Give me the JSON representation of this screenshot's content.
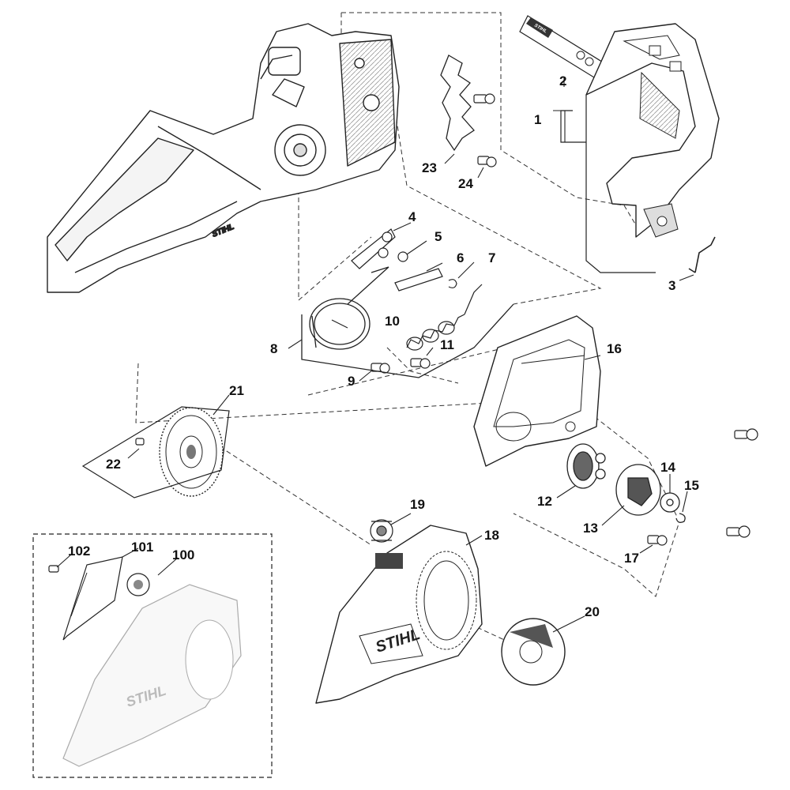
{
  "brand": "STIHL",
  "diagram": {
    "callouts": [
      {
        "id": "c1",
        "label": "1"
      },
      {
        "id": "c2",
        "label": "2"
      },
      {
        "id": "c3",
        "label": "3"
      },
      {
        "id": "c4",
        "label": "4"
      },
      {
        "id": "c5",
        "label": "5"
      },
      {
        "id": "c6",
        "label": "6"
      },
      {
        "id": "c7",
        "label": "7"
      },
      {
        "id": "c8",
        "label": "8"
      },
      {
        "id": "c9",
        "label": "9"
      },
      {
        "id": "c10",
        "label": "10"
      },
      {
        "id": "c11",
        "label": "11"
      },
      {
        "id": "c12",
        "label": "12"
      },
      {
        "id": "c13",
        "label": "13"
      },
      {
        "id": "c14",
        "label": "14"
      },
      {
        "id": "c15",
        "label": "15"
      },
      {
        "id": "c16",
        "label": "16"
      },
      {
        "id": "c17",
        "label": "17"
      },
      {
        "id": "c18",
        "label": "18"
      },
      {
        "id": "c19",
        "label": "19"
      },
      {
        "id": "c20",
        "label": "20"
      },
      {
        "id": "c21",
        "label": "21"
      },
      {
        "id": "c22",
        "label": "22"
      },
      {
        "id": "c23",
        "label": "23"
      },
      {
        "id": "c24",
        "label": "24"
      },
      {
        "id": "c100",
        "label": "100"
      },
      {
        "id": "c101",
        "label": "101"
      },
      {
        "id": "c102",
        "label": "102"
      }
    ]
  }
}
